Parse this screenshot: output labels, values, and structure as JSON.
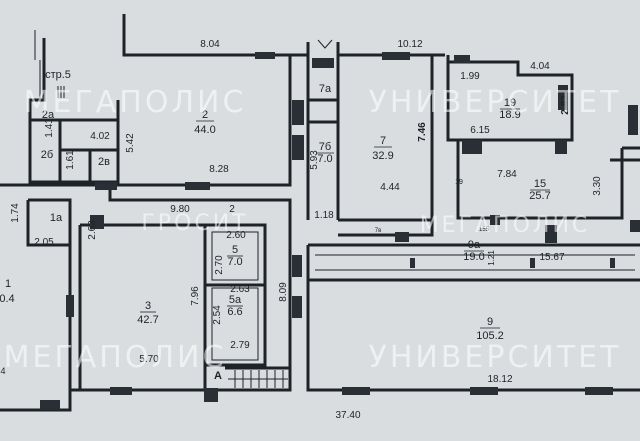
{
  "building_label": "стр.5",
  "rooms": [
    {
      "id": "1a",
      "label": "1а",
      "area": ""
    },
    {
      "id": "1",
      "label": "1",
      "area": "0.4"
    },
    {
      "id": "2",
      "label": "2",
      "area": "44.0"
    },
    {
      "id": "2a",
      "label": "2а",
      "area": ""
    },
    {
      "id": "2b",
      "label": "2б",
      "area": ""
    },
    {
      "id": "2v",
      "label": "2в",
      "area": ""
    },
    {
      "id": "3",
      "label": "3",
      "area": "42.7"
    },
    {
      "id": "5",
      "label": "5",
      "area": "7.0"
    },
    {
      "id": "5a",
      "label": "5а",
      "area": "6.6"
    },
    {
      "id": "7",
      "label": "7",
      "area": "32.9"
    },
    {
      "id": "7a",
      "label": "7а",
      "area": ""
    },
    {
      "id": "7b",
      "label": "7б",
      "area": "7.0"
    },
    {
      "id": "7v",
      "label": "7в",
      "area": ""
    },
    {
      "id": "9",
      "label": "9",
      "area": "105.2"
    },
    {
      "id": "9a",
      "label": "9а",
      "area": "19.0"
    },
    {
      "id": "15",
      "label": "15",
      "area": "25.7"
    },
    {
      "id": "19",
      "label": "19",
      "area": "18.9"
    }
  ],
  "dimensions": {
    "d_804": "8.04",
    "d_1012": "10.12",
    "d_404": "4.04",
    "d_199": "1.99",
    "d_283": "2.83",
    "d_615": "6.15",
    "d_746": "7.46",
    "d_444": "4.44",
    "d_593": "5.93",
    "d_118": "1.18",
    "d_542": "5.42",
    "d_828": "8.28",
    "d_141": "1.41",
    "d_402": "4.02",
    "d_161": "1.61",
    "d_174": "1.74",
    "d_205": "2.05",
    "d_263": "2.63",
    "d_980": "9.80",
    "d_2": "2",
    "d_260": "2.60",
    "d_270": "2.70",
    "d_263b": "2.63",
    "d_254": "2.54",
    "d_796": "7.96",
    "d_809": "8.09",
    "d_570": "5.70",
    "d_279": "2.79",
    "d_784": "7.84",
    "d_330": "3.30",
    "d_155": "155",
    "d_121": "1.21",
    "d_1567": "15.67",
    "d_1812": "18.12",
    "d_3740": "37.40",
    "d_19": "19",
    "d_4": "4"
  },
  "entrance_label": "A",
  "watermarks": {
    "megapolis": "МЕГАПОЛИС",
    "universitet": "УНИВЕРСИТЕТ",
    "partial": "ГРОСИТ"
  }
}
